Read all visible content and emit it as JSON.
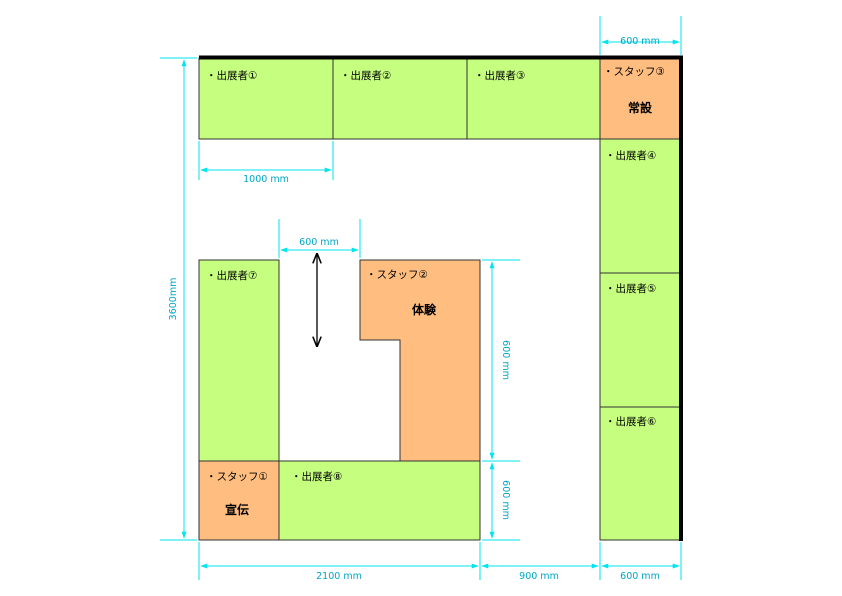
{
  "booths": {
    "exhibitor_1": {
      "label": "・出展者①"
    },
    "exhibitor_2": {
      "label": "・出展者②"
    },
    "exhibitor_3": {
      "label": "・出展者③"
    },
    "exhibitor_4": {
      "label": "・出展者④"
    },
    "exhibitor_5": {
      "label": "・出展者⑤"
    },
    "exhibitor_6": {
      "label": "・出展者⑥"
    },
    "exhibitor_7": {
      "label": "・出展者⑦"
    },
    "exhibitor_8": {
      "label": "・出展者⑧"
    },
    "staff_1": {
      "label": "・スタッフ①",
      "tag": "宣伝"
    },
    "staff_2": {
      "label": "・スタッフ②",
      "tag": "体験"
    },
    "staff_3": {
      "label": "・スタッフ③",
      "tag": "常設"
    }
  },
  "dimensions": {
    "top_right_width": "600 mm",
    "exhibitor_width": "1000 mm",
    "total_height": "3600mm",
    "passage_width": "600 mm",
    "staff2_height": "600 mm",
    "exhibitor8_height": "600 mm",
    "bottom_left_width": "2100 mm",
    "bottom_middle_width": "900 mm",
    "bottom_right_width": "600 mm"
  },
  "colors": {
    "exhibitor_fill": "#c6ff80",
    "staff_fill": "#ffbe80",
    "dimension_line": "#00e5ee",
    "wall": "#000000",
    "outline": "#333333"
  }
}
